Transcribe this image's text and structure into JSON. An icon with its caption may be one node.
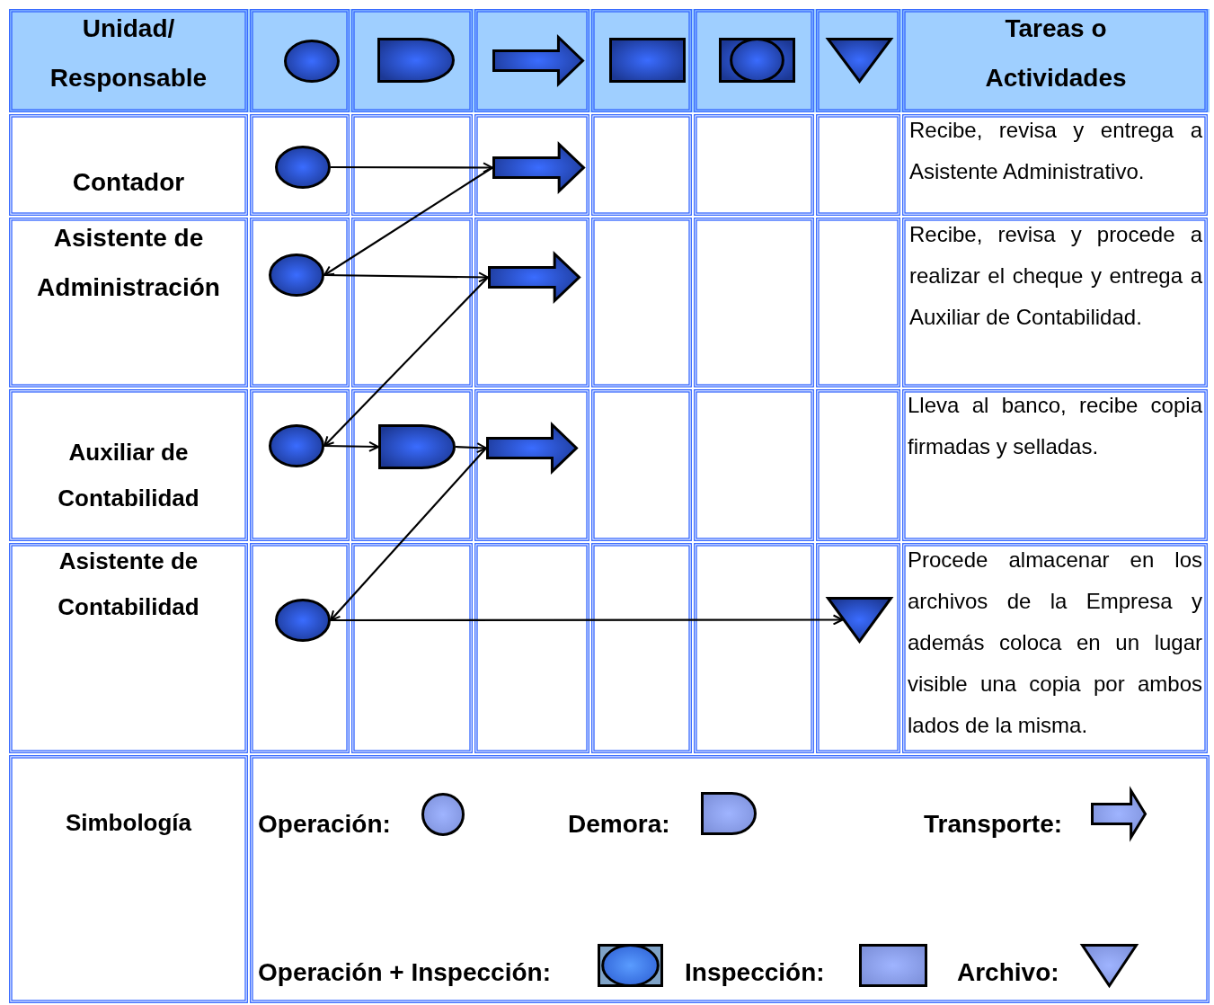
{
  "diagram": {
    "nodes": [
      {
        "text": [],
        "shape": "circle"
      },
      {
        "text": [],
        "shape": "arrow"
      },
      {
        "text": [],
        "shape": "circle"
      },
      {
        "text": [],
        "shape": "arrow"
      },
      {
        "text": [],
        "shape": "circle"
      },
      {
        "text": [],
        "shape": "semicircle"
      },
      {
        "text": [],
        "shape": "arrow"
      },
      {
        "text": [],
        "shape": "circle"
      },
      {
        "text": [],
        "shape": "triangle"
      }
    ],
    "edges": [
      {
        "from": 0,
        "to": 1,
        "arrow": "to"
      },
      {
        "from": 1,
        "to": 2,
        "arrow": "to"
      },
      {
        "from": 2,
        "to": 3,
        "arrow": "to"
      },
      {
        "from": 3,
        "to": 4,
        "arrow": "to"
      },
      {
        "from": 4,
        "to": 5,
        "arrow": "to"
      },
      {
        "from": 5,
        "to": 6,
        "arrow": "to"
      },
      {
        "from": 6,
        "to": 7,
        "arrow": "to"
      },
      {
        "from": 7,
        "to": 8,
        "arrow": "to"
      }
    ],
    "labels": [
      "Unidad/ Responsable",
      "Tareas o Actividades",
      "Contador",
      "Recibe, revisa y entrega a Asistente Administrativo.",
      "Asistente de Administración",
      "Recibe, revisa y procede a realizar el cheque y entrega a Auxiliar de Contabilidad.",
      "Auxiliar de Contabilidad",
      "Lleva al banco, recibe copia firmadas y selladas.",
      "Asistente de Contabilidad",
      "Procede almacenar en los archivos de la Empresa y además coloca en un lugar visible una copia por ambos lados de la misma.",
      "Simbología"
    ],
    "legend": [
      {
        "text": "Operación:"
      },
      {
        "text": "Demora:"
      },
      {
        "text": "Transporte:"
      },
      {
        "text": "Operación + Inspección:"
      },
      {
        "text": "Inspección:"
      },
      {
        "text": "Archivo:"
      }
    ]
  }
}
